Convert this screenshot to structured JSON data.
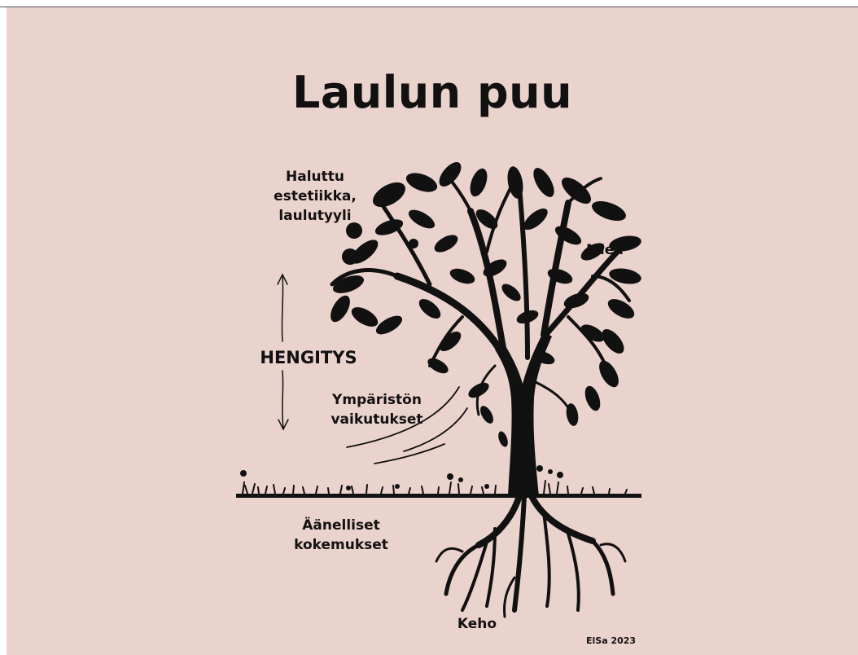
{
  "title": "Laulun puu",
  "labels": {
    "aesthetic": [
      "Haluttu",
      "estetiikka,",
      "laulutyyli"
    ],
    "mind": "Mieli",
    "breathing": "HENGITYS",
    "environment": [
      "Ympäristön",
      "vaikutukset"
    ],
    "sound_experiences": [
      "Äänelliset",
      "kokemukset"
    ],
    "body": "Keho"
  },
  "credit": "ElSa 2023",
  "colors": {
    "background": "#ebd3cd",
    "ink": "#111111"
  }
}
